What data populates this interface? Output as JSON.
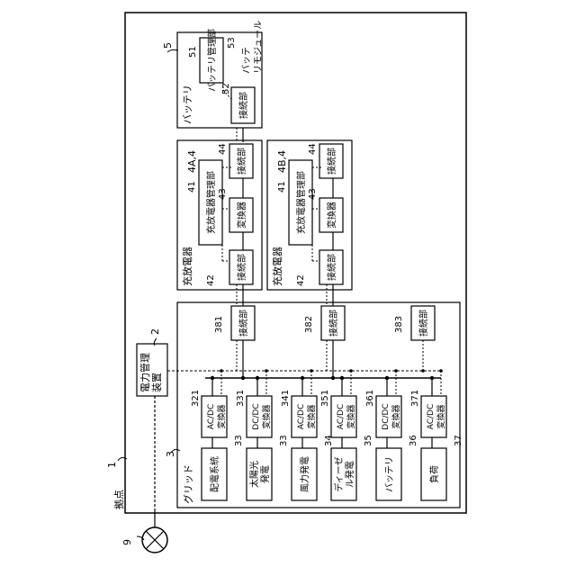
{
  "site": {
    "label": "拠点",
    "ref": "1"
  },
  "node": {
    "ref": "9"
  },
  "power_manager": {
    "label": "電力管理装置",
    "ref": "2"
  },
  "grid": {
    "label": "グリッド",
    "ref": "3",
    "sources": [
      {
        "label": "配電系統",
        "ref": "33",
        "conv_label": "AC/DC変換器",
        "conv_ref": "321"
      },
      {
        "label": "太陽光発電",
        "ref": "33",
        "conv_label": "DC/DC変換器",
        "conv_ref": "331"
      },
      {
        "label": "風力発電",
        "ref": "34",
        "conv_label": "AC/DC変換器",
        "conv_ref": "341"
      },
      {
        "label": "ディーゼル発電",
        "ref": "35",
        "conv_label": "AC/DC変換器",
        "conv_ref": "351"
      },
      {
        "label": "バッテリ",
        "ref": "36",
        "conv_label": "DC/DC変換器",
        "conv_ref": "361"
      },
      {
        "label": "負荷",
        "ref": "37",
        "conv_label": "AC/DC変換器",
        "conv_ref": "371"
      }
    ],
    "connectors": [
      {
        "label": "接続部",
        "ref": "381"
      },
      {
        "label": "接続部",
        "ref": "382"
      },
      {
        "label": "接続部",
        "ref": "383"
      }
    ]
  },
  "chargers": [
    {
      "title": "充放電器",
      "ref": "4A,4",
      "manager_label": "充放電器管理部",
      "manager_ref": "41",
      "converter_label": "変換器",
      "converter_ref": "43",
      "conn_in_label": "接続部",
      "conn_in_ref": "42",
      "conn_out_label": "接続部",
      "conn_out_ref": "44"
    },
    {
      "title": "充放電器",
      "ref": "4B,4",
      "manager_label": "充放電器管理部",
      "manager_ref": "41",
      "converter_label": "変換器",
      "converter_ref": "43",
      "conn_in_label": "接続部",
      "conn_in_ref": "42",
      "conn_out_label": "接続部",
      "conn_out_ref": "44"
    }
  ],
  "battery": {
    "title": "バッテリ",
    "ref": "5",
    "manager_label": "バッテリ管理部",
    "manager_ref": "51",
    "conn_label": "接続部",
    "conn_ref": "52",
    "module_label": "バッテリモジュール",
    "module_ref": "53"
  }
}
